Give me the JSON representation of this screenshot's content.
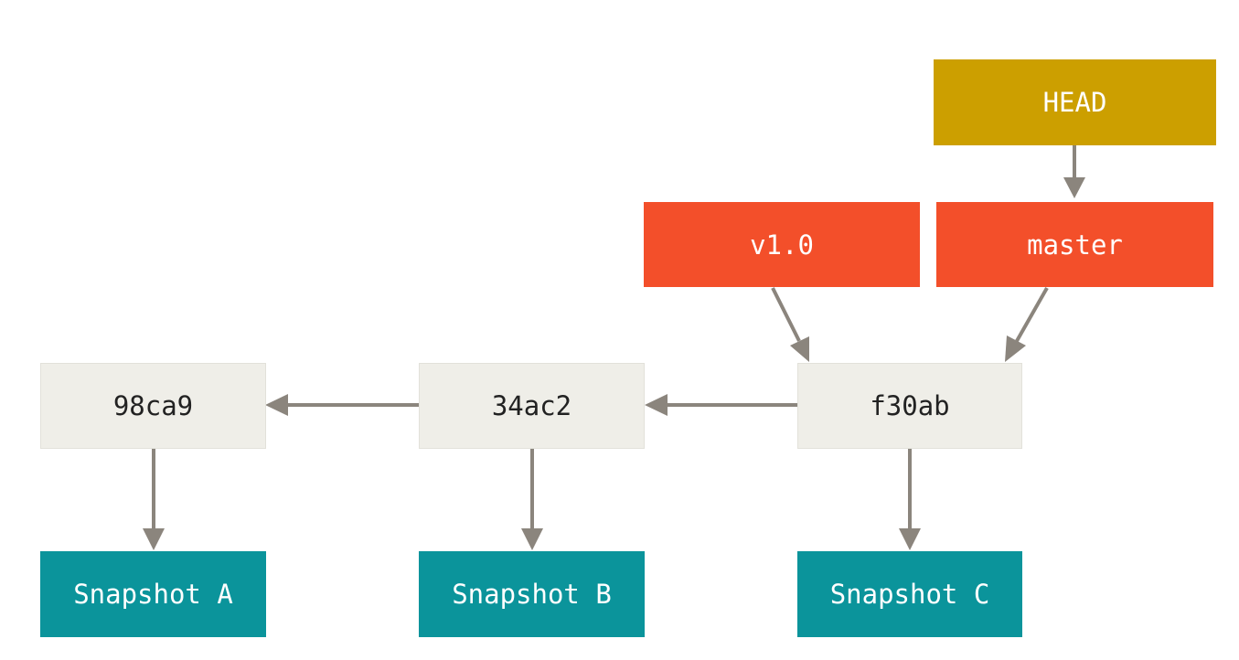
{
  "colors": {
    "commit_fill": "#efeee8",
    "commit_text": "#222222",
    "snapshot_fill": "#0b949b",
    "branch_fill": "#f34f2a",
    "head_fill": "#cc9f00",
    "label_text": "#ffffff",
    "arrow": "#8b857d"
  },
  "head": {
    "label": "HEAD"
  },
  "refs": {
    "tag": {
      "label": "v1.0"
    },
    "branch": {
      "label": "master"
    }
  },
  "commits": [
    {
      "id": "98ca9",
      "snapshot": "Snapshot A"
    },
    {
      "id": "34ac2",
      "snapshot": "Snapshot B"
    },
    {
      "id": "f30ab",
      "snapshot": "Snapshot C"
    }
  ],
  "edges": [
    {
      "from": "HEAD",
      "to": "master"
    },
    {
      "from": "v1.0",
      "to": "f30ab"
    },
    {
      "from": "master",
      "to": "f30ab"
    },
    {
      "from": "f30ab",
      "to": "34ac2"
    },
    {
      "from": "34ac2",
      "to": "98ca9"
    },
    {
      "from": "98ca9",
      "to": "Snapshot A"
    },
    {
      "from": "34ac2",
      "to": "Snapshot B"
    },
    {
      "from": "f30ab",
      "to": "Snapshot C"
    }
  ]
}
